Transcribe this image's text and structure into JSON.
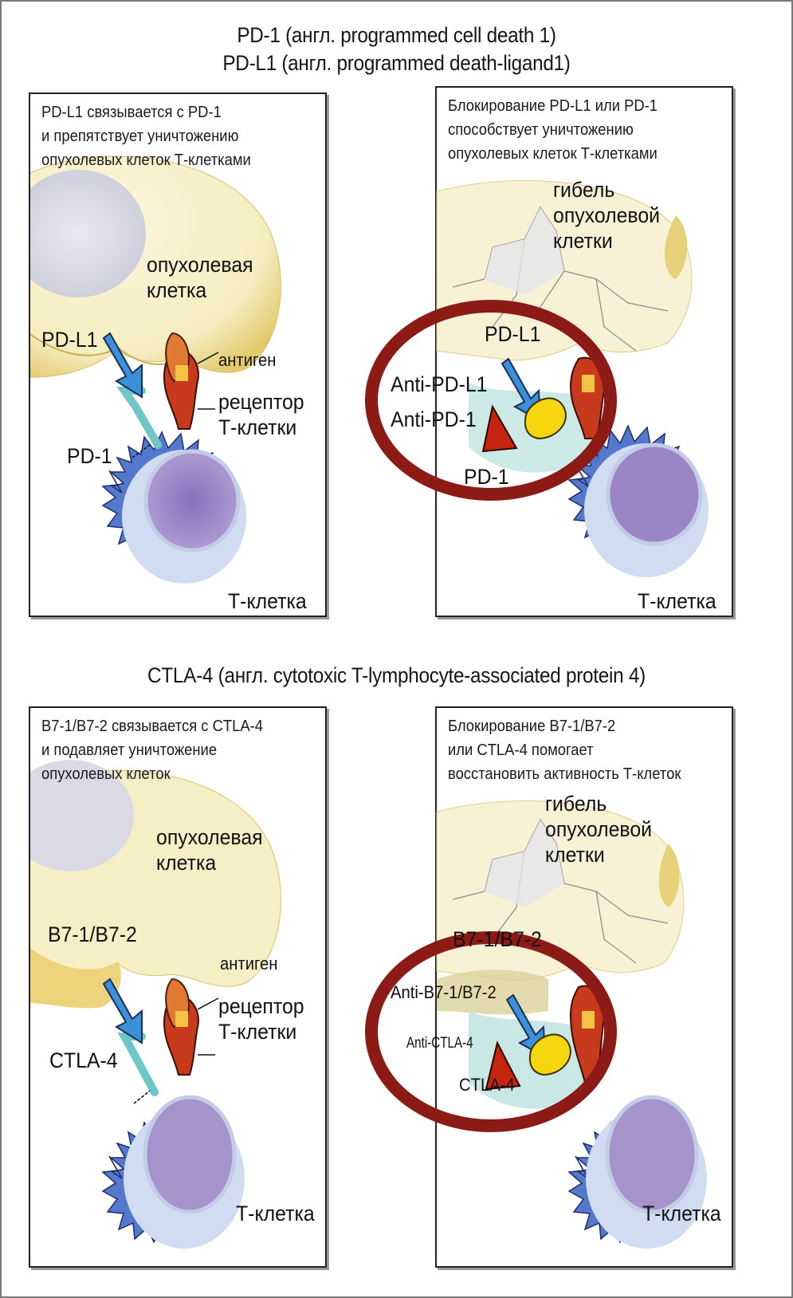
{
  "figure": {
    "colors": {
      "frame": "#7a7a7a",
      "panel_border": "#222222",
      "tumor_cell": "#f6efc6",
      "tumor_cell_edge": "#e6d58a",
      "tumor_nucleus": "#dcdde6",
      "t_cell_outer": "#4f74c9",
      "t_cell_inner": "#cfdcf2",
      "t_cell_nucleus": "#9a86c4",
      "ligand_arrow": "#3d8fd9",
      "receptor": "#7fd0d0",
      "tcr": "#c83a1c",
      "antigen": "#f0b43a",
      "antibody_yellow": "#f5d60f",
      "antibody_red": "#c5240e",
      "highlight_ring": "#8c1b16"
    }
  },
  "section1": {
    "title_line1": "PD-1 (англ. programmed cell death 1)",
    "title_line2": "PD-L1 (англ. programmed death-ligand1)",
    "left_panel": {
      "caption": [
        "PD-L1 связывается с PD-1",
        "и препятствует уничтожению",
        "опухолевых клеток Т-клетками"
      ],
      "tumor_label": [
        "опухолевая",
        "клетка"
      ],
      "ligand_label": "PD-L1",
      "antigen_label": "антиген",
      "tcr_label": [
        "рецептор",
        "Т-клетки"
      ],
      "receptor_label": "PD-1",
      "tcell_label": "Т-клетка"
    },
    "right_panel": {
      "caption": [
        "Блокирование PD-L1 или PD-1",
        "способствует уничтожению",
        "опухолевых клеток Т-клетками"
      ],
      "dying_label": [
        "гибель",
        "опухолевой",
        "клетки"
      ],
      "ligand_label": "PD-L1",
      "anti_ligand_label": "Anti-PD-L1",
      "anti_receptor_label": "Anti-PD-1",
      "receptor_label": "PD-1",
      "tcell_label": "Т-клетка"
    }
  },
  "section2": {
    "title": "CTLA-4 (англ. cytotoxic T-lymphocyte-associated protein 4)",
    "left_panel": {
      "caption": [
        "B7-1/B7-2 связывается с CTLA-4",
        "и подавляет уничтожение",
        "опухолевых клеток"
      ],
      "tumor_label": [
        "опухолевая",
        "клетка"
      ],
      "ligand_label": "B7-1/B7-2",
      "antigen_label": "антиген",
      "tcr_label": [
        "рецептор",
        "Т-клетки"
      ],
      "receptor_label": "CTLA-4",
      "tcell_label": "Т-клетка"
    },
    "right_panel": {
      "caption": [
        "Блокирование B7-1/B7-2",
        "или CTLA-4 помогает",
        "восстановить активность Т-клеток"
      ],
      "dying_label": [
        "гибель",
        "опухолевой",
        "клетки"
      ],
      "ligand_label": "B7-1/B7-2",
      "anti_ligand_label": "Anti-B7-1/B7-2",
      "anti_receptor_label": "Anti-CTLA-4",
      "receptor_label": "CTLA-4",
      "tcell_label": "Т-клетка"
    }
  }
}
